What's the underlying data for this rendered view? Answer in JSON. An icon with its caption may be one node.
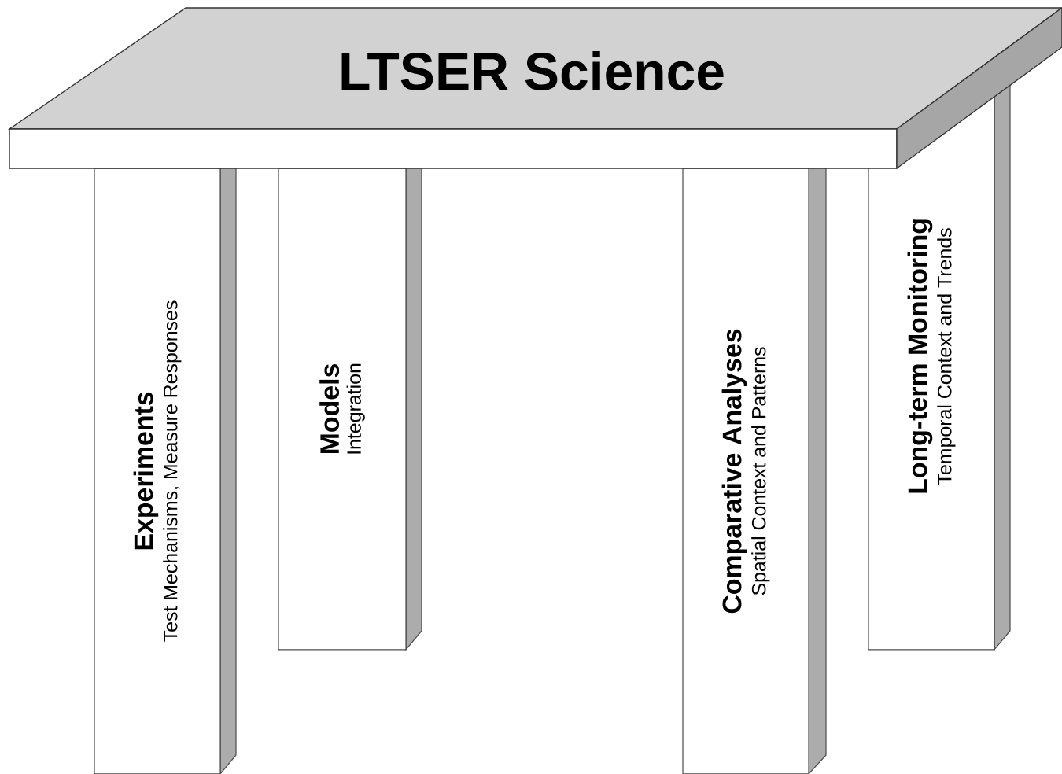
{
  "diagram": {
    "nodes": [
      {
        "text": [
          "LTSER Science"
        ]
      },
      {
        "text": [
          "Experiments",
          "Test Mechanisms, Measure Responses"
        ]
      },
      {
        "text": [
          "Models",
          "Integration"
        ]
      },
      {
        "text": [
          "Comparative Analyses",
          "Spatial Context and Patterns"
        ]
      },
      {
        "text": [
          "Long-term Monitoring",
          "Temporal Context and Trends"
        ]
      }
    ]
  }
}
